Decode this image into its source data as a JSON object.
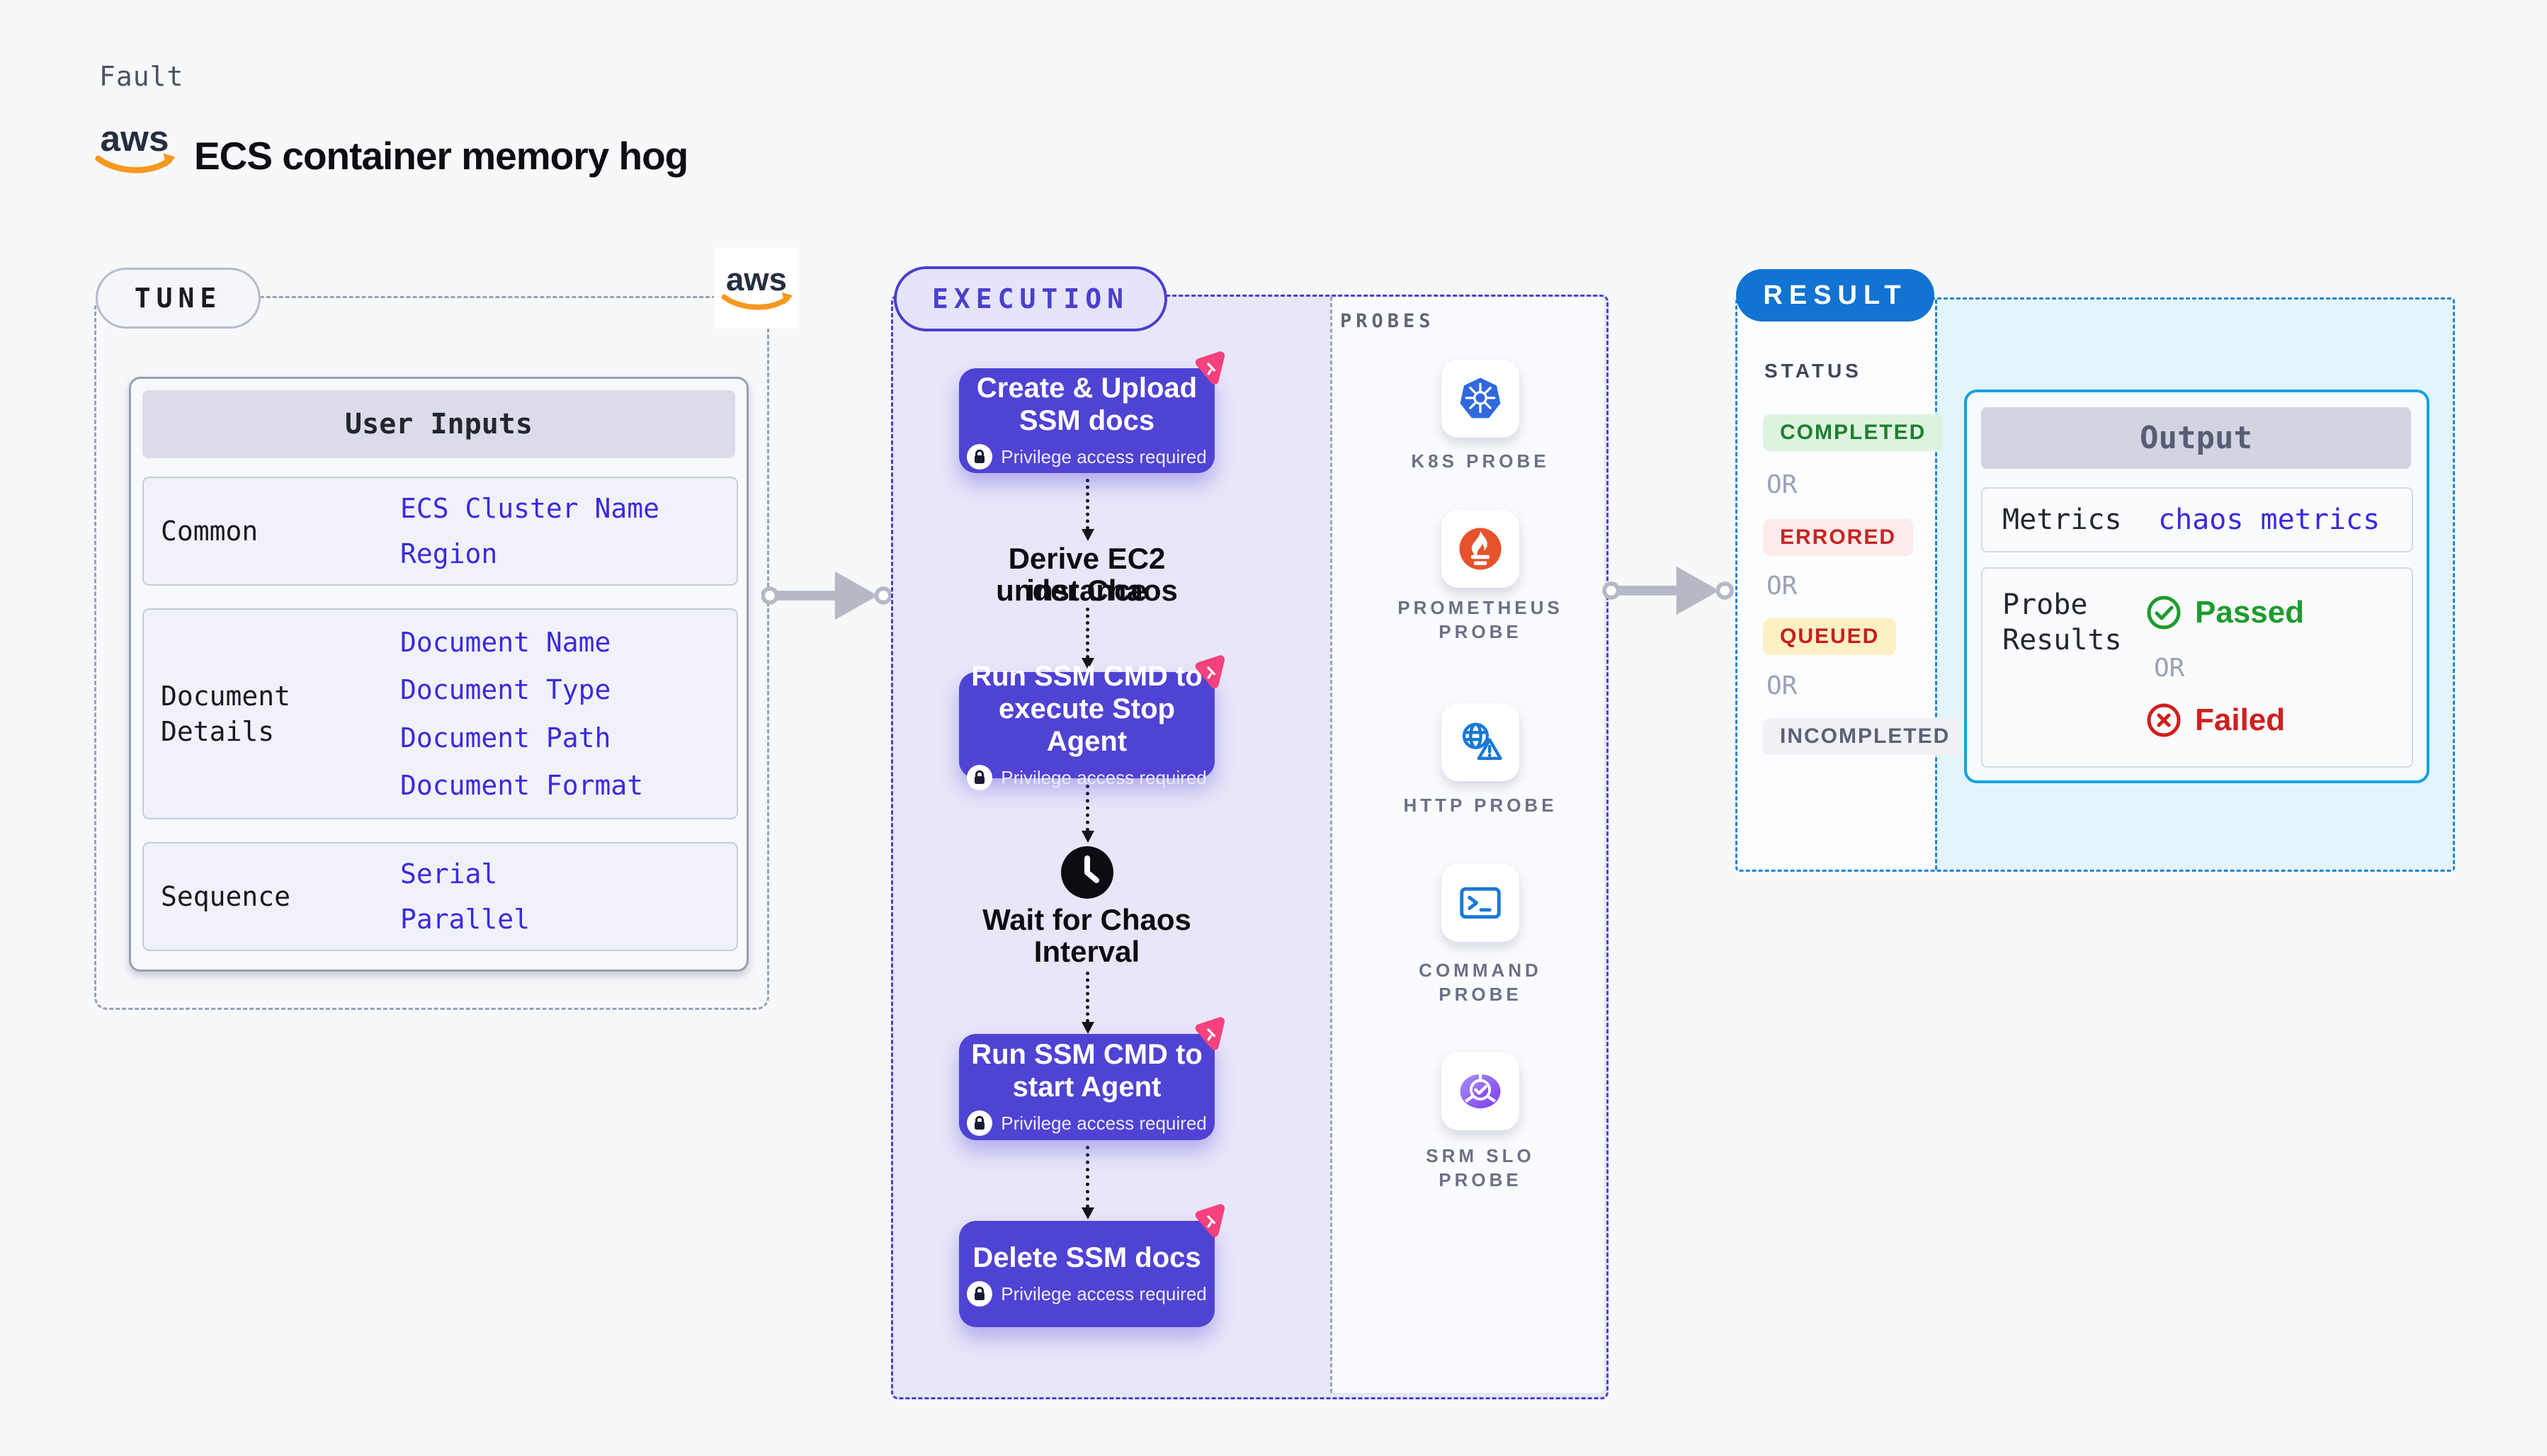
{
  "header": {
    "kicker": "Fault",
    "title": "ECS container memory hog",
    "aws_logo_text": "aws"
  },
  "tune": {
    "pill": "TUNE",
    "table": {
      "header": "User Inputs",
      "rows": [
        {
          "label": "Common",
          "values": [
            "ECS Cluster Name",
            "Region"
          ]
        },
        {
          "label": "Document\nDetails",
          "values": [
            "Document Name",
            "Document Type",
            "Document Path",
            "Document Format"
          ]
        },
        {
          "label": "Sequence",
          "values": [
            "Serial",
            "Parallel"
          ]
        }
      ]
    }
  },
  "execution": {
    "pill": "EXECUTION",
    "privilege_note": "Privilege access required",
    "steps": [
      {
        "lines": [
          "Create & Upload",
          "SSM docs"
        ]
      },
      {
        "lines": [
          "Derive EC2 instance",
          "under Chaos"
        ]
      },
      {
        "lines": [
          "Run SSM CMD to",
          "execute Stop Agent"
        ]
      },
      {
        "lines": [
          "Wait for Chaos",
          "Interval"
        ]
      },
      {
        "lines": [
          "Run SSM CMD to",
          "start Agent"
        ]
      },
      {
        "lines": [
          "Delete SSM docs"
        ]
      }
    ],
    "probes": {
      "title": "PROBES",
      "items": [
        {
          "icon": "kubernetes-icon",
          "lines": [
            "K8S PROBE",
            ""
          ]
        },
        {
          "icon": "prometheus-icon",
          "lines": [
            "PROMETHEUS",
            "PROBE"
          ]
        },
        {
          "icon": "http-icon",
          "lines": [
            "HTTP PROBE",
            ""
          ]
        },
        {
          "icon": "command-icon",
          "lines": [
            "COMMAND",
            "PROBE"
          ]
        },
        {
          "icon": "srm-slo-icon",
          "lines": [
            "SRM SLO",
            "PROBE"
          ]
        }
      ]
    }
  },
  "result": {
    "pill": "RESULT",
    "status": {
      "title": "STATUS",
      "or": "OR",
      "badges": [
        {
          "label": "COMPLETED",
          "type": "completed"
        },
        {
          "label": "ERRORED",
          "type": "errored"
        },
        {
          "label": "QUEUED",
          "type": "queued"
        },
        {
          "label": "INCOMPLETED",
          "type": "incompleted"
        }
      ]
    },
    "output": {
      "header": "Output",
      "metrics_label": "Metrics",
      "metrics_value": "chaos metrics",
      "probe_label_lines": [
        "Probe",
        "Results"
      ],
      "passed": "Passed",
      "or": "OR",
      "failed": "Failed"
    }
  },
  "colors": {
    "accent_indigo": "#4f43d3",
    "accent_blue": "#1173d2",
    "accent_cyan": "#12a2e0",
    "value_blue": "#3a2ae0",
    "pink": "#f5417e",
    "green": "#1e9b2d",
    "red": "#d01f1f",
    "aws_orange": "#f7981f"
  }
}
